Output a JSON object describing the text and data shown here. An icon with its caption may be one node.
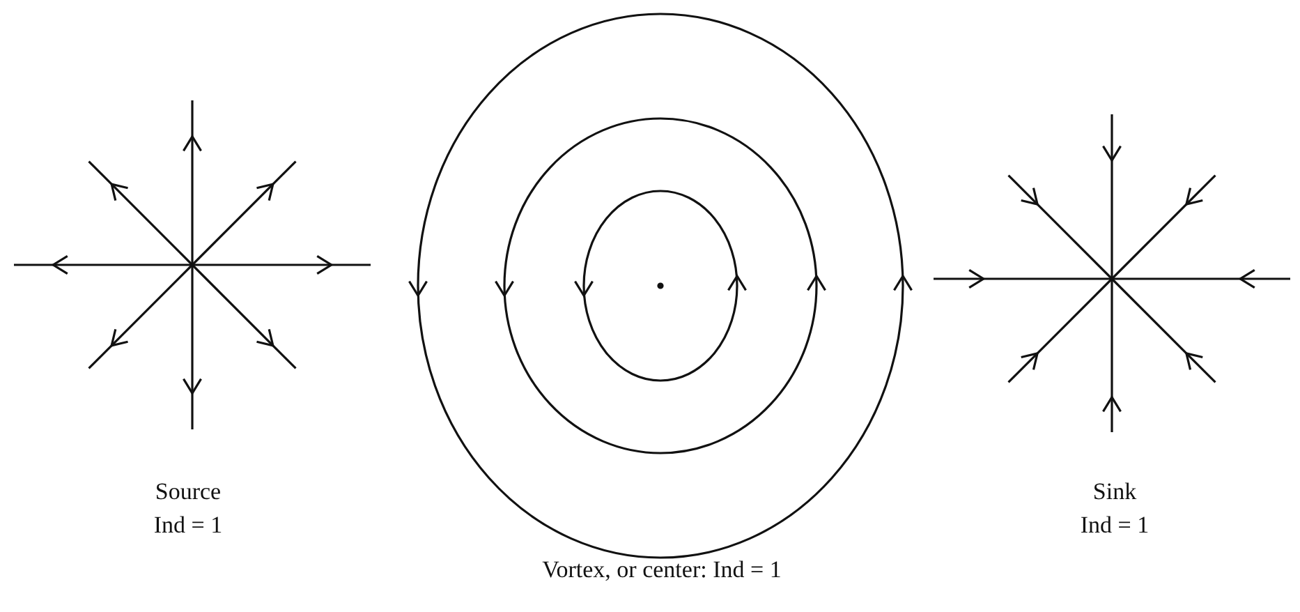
{
  "diagram": {
    "labels": [
      "Source",
      "Ind = 1",
      "Vortex, or center: Ind = 1",
      "Sink",
      "Ind = 1"
    ]
  }
}
